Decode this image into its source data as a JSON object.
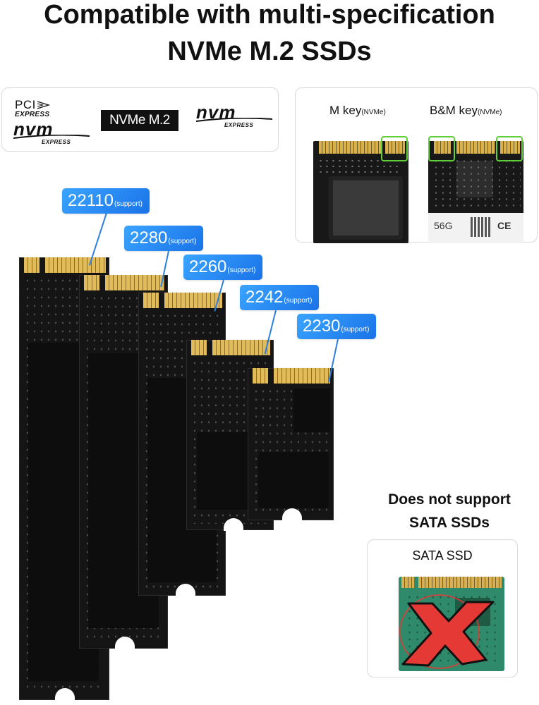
{
  "header": {
    "title_line1": "Compatible with multi-specification",
    "title_line2": "NVMe M.2 SSDs"
  },
  "logos": {
    "pci_text": "PCI",
    "pci_express": "EXPRESS",
    "nvm_word": "nvm",
    "nvm_express": "EXPRESS",
    "nvme_badge": "NVMe M.2"
  },
  "key_types": {
    "m_key": "M key",
    "m_key_note": "(NVMe)",
    "bm_key": "B&M key",
    "bm_key_note": "(NVMe)",
    "chip_text": "56G"
  },
  "sizes": [
    {
      "value": "22110",
      "note": "(support)"
    },
    {
      "value": "2280",
      "note": "(support)"
    },
    {
      "value": "2260",
      "note": "(support)"
    },
    {
      "value": "2242",
      "note": "(support)"
    },
    {
      "value": "2230",
      "note": "(support)"
    }
  ],
  "sata": {
    "line1": "Does not support",
    "line2": "SATA SSDs",
    "label": "SATA SSD"
  },
  "colors": {
    "tag_blue": "#1a73e8",
    "highlight_green": "#5fcf3a",
    "reject_red": "#e53935"
  }
}
